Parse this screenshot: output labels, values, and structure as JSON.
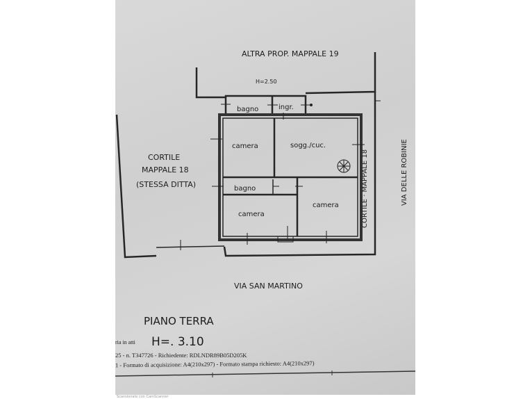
{
  "plan": {
    "north_label": "ALTRA PROP. MAPPALE 19",
    "height_note": "H=2.50",
    "rooms": [
      "bagno",
      "ingr.",
      "camera",
      "sogg./cuc.",
      "bagno",
      "camera",
      "camera"
    ],
    "left_yard": [
      "CORTILE",
      "MAPPALE 18",
      "(STESSA DITTA)"
    ],
    "right_yard": "CORTILE · MAPPALE 18",
    "east_street": "VIA DELLE ROBINIE",
    "south_street": "VIA SAN MARTINO",
    "floor_name": "PIANO TERRA",
    "floor_height": "H=. 3.10"
  },
  "footer": {
    "line0": "ria in atti",
    "line1": "25 - n. T347726 - Richiedente: RDLNDR89B05D205K",
    "line2": "1 - Formato di acquisizione: A4(210x297) - Formato stampa richiesto: A4(210x297)",
    "scanner": "Scansionato con CamScanner"
  },
  "colors": {
    "paper": "#d4d4d4",
    "ink": "#1c1c1c"
  }
}
